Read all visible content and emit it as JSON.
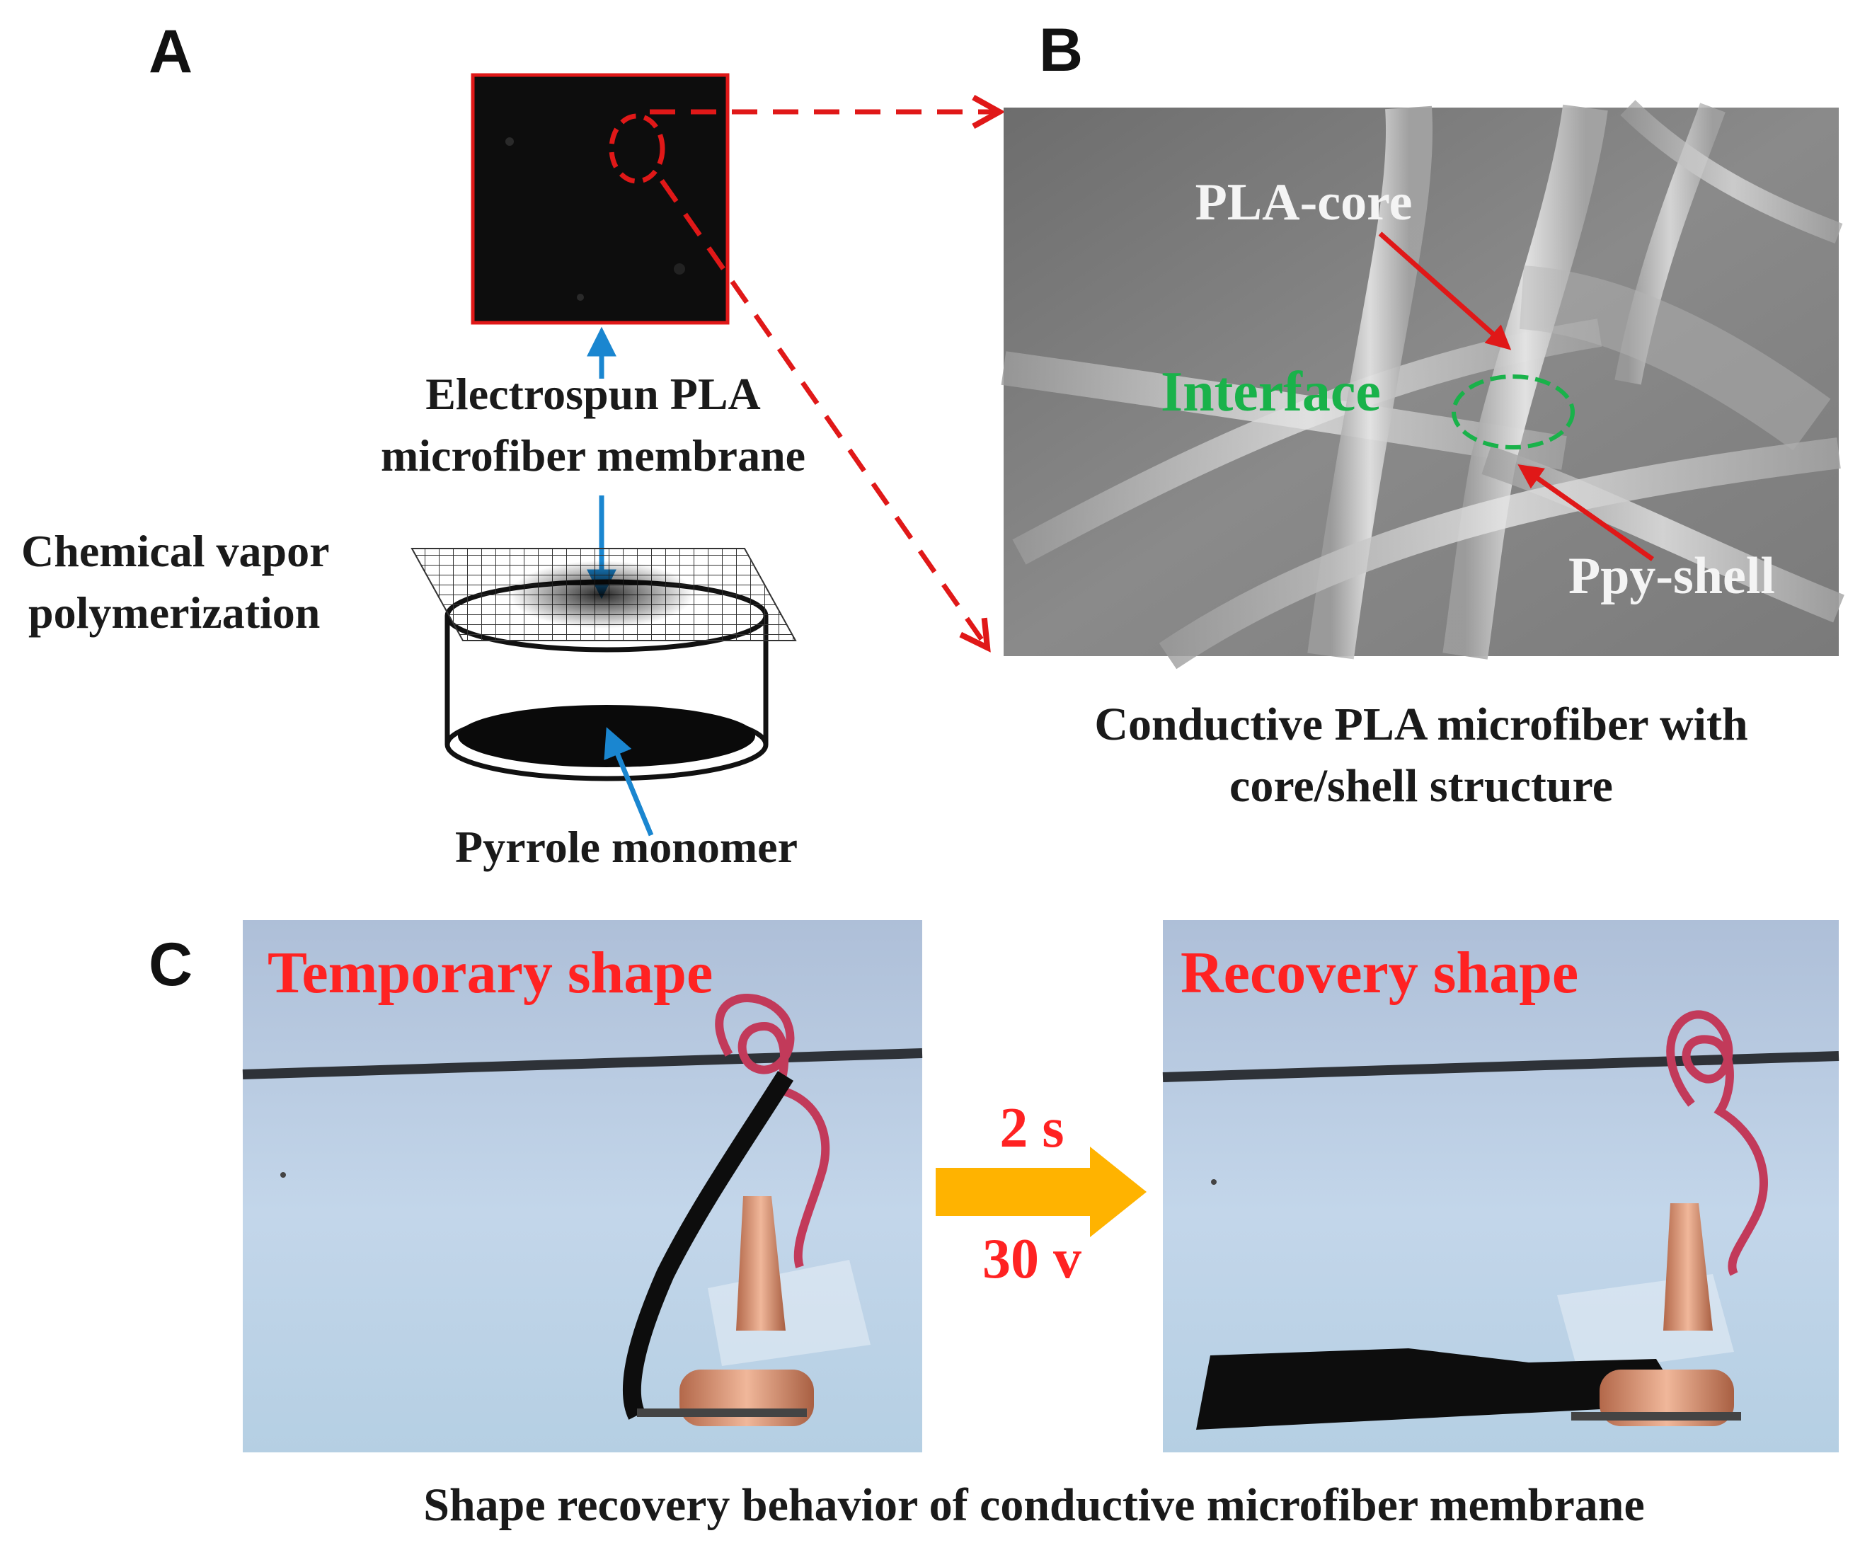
{
  "panels": {
    "a": {
      "letter": "A",
      "membrane_label_line1": "Electrospun PLA",
      "membrane_label_line2": "microfiber membrane",
      "cvp_label_line1": "Chemical vapor",
      "cvp_label_line2": "polymerization",
      "monomer_label": "Pyrrole monomer"
    },
    "b": {
      "letter": "B",
      "core_label": "PLA-core",
      "interface_label": "Interface",
      "shell_label": "Ppy-shell",
      "caption_line1": "Conductive PLA microfiber with",
      "caption_line2": "core/shell structure"
    },
    "c": {
      "letter": "C",
      "left_photo_label": "Temporary shape",
      "right_photo_label": "Recovery shape",
      "time_label": "2 s",
      "voltage_label": "30 v",
      "caption": "Shape recovery behavior of conductive microfiber membrane"
    }
  },
  "colors": {
    "red_annotation": "#e01818",
    "blue_arrow": "#1a86d0",
    "green_interface": "#19b24a",
    "orange_arrow": "#ffb300",
    "photo_background": "#b9cfe6"
  }
}
